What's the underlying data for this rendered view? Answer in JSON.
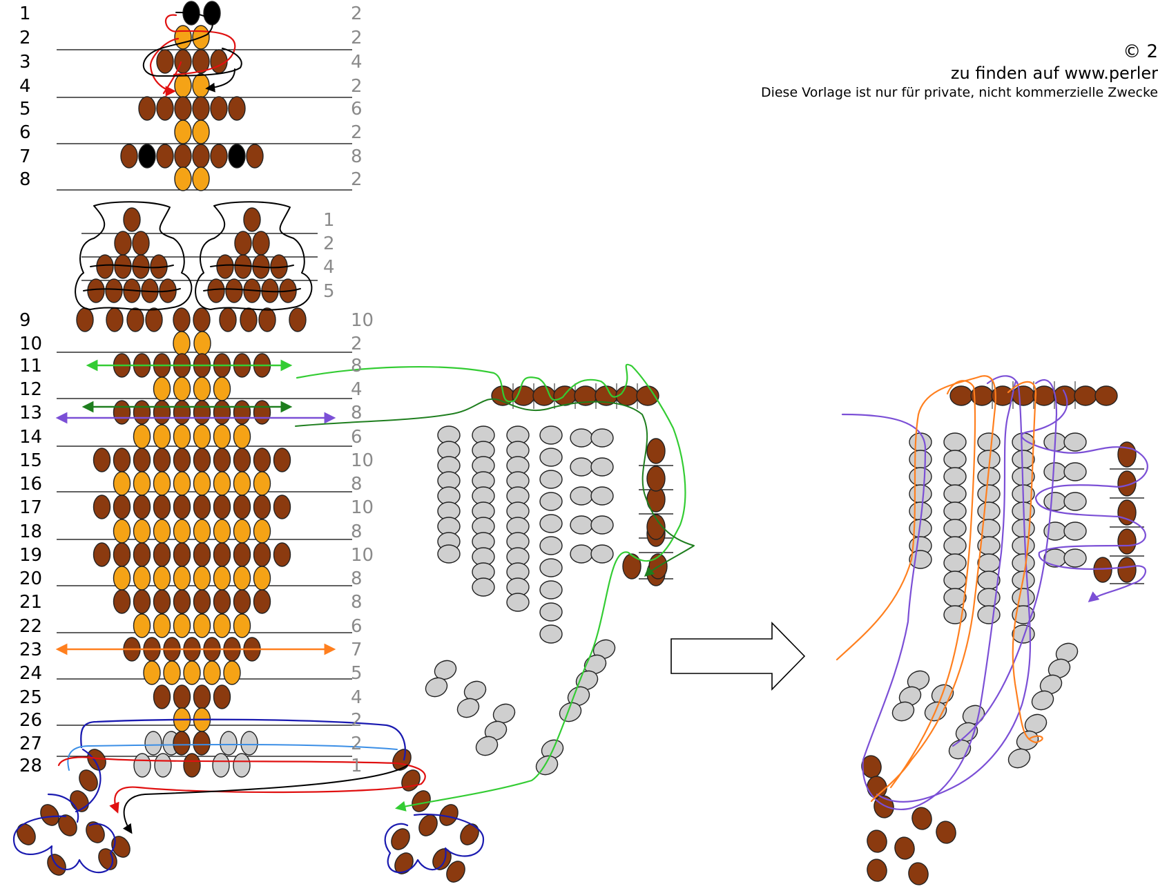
{
  "diagram": {
    "main_pattern": {
      "rows": [
        {
          "num": "1",
          "count": "2"
        },
        {
          "num": "2",
          "count": "2"
        },
        {
          "num": "3",
          "count": "4"
        },
        {
          "num": "4",
          "count": "2"
        },
        {
          "num": "5",
          "count": "6"
        },
        {
          "num": "6",
          "count": "2"
        },
        {
          "num": "7",
          "count": "8"
        },
        {
          "num": "8",
          "count": "2"
        },
        {
          "num": "9",
          "count": "10"
        },
        {
          "num": "10",
          "count": "2"
        },
        {
          "num": "11",
          "count": "8"
        },
        {
          "num": "12",
          "count": "4"
        },
        {
          "num": "13",
          "count": "8"
        },
        {
          "num": "14",
          "count": "6"
        },
        {
          "num": "15",
          "count": "10"
        },
        {
          "num": "16",
          "count": "8"
        },
        {
          "num": "17",
          "count": "10"
        },
        {
          "num": "18",
          "count": "8"
        },
        {
          "num": "19",
          "count": "10"
        },
        {
          "num": "20",
          "count": "8"
        },
        {
          "num": "21",
          "count": "8"
        },
        {
          "num": "22",
          "count": "6"
        },
        {
          "num": "23",
          "count": "7"
        },
        {
          "num": "24",
          "count": "5"
        },
        {
          "num": "25",
          "count": "4"
        },
        {
          "num": "26",
          "count": "2"
        },
        {
          "num": "27",
          "count": "2"
        },
        {
          "num": "28",
          "count": "1"
        }
      ]
    },
    "ear_pattern": {
      "counts": [
        "1",
        "2",
        "4",
        "5"
      ]
    },
    "copyright": {
      "line1": "© 2",
      "line2": "zu finden auf www.perler",
      "line3": "Diese Vorlage ist nur für private, nicht kommerzielle Zwecke"
    }
  },
  "colors": {
    "brown": "#8B3A0F",
    "orange": "#F5A316",
    "black": "#000000",
    "gray": "#CFCFCF",
    "green": "#33CC33",
    "darkgreen": "#1E7E1E",
    "purple": "#7B4FD6",
    "orange_line": "#FF7F1E",
    "red": "#E01010",
    "blue": "#1A1AB0",
    "lightblue": "#3A8EE6"
  }
}
